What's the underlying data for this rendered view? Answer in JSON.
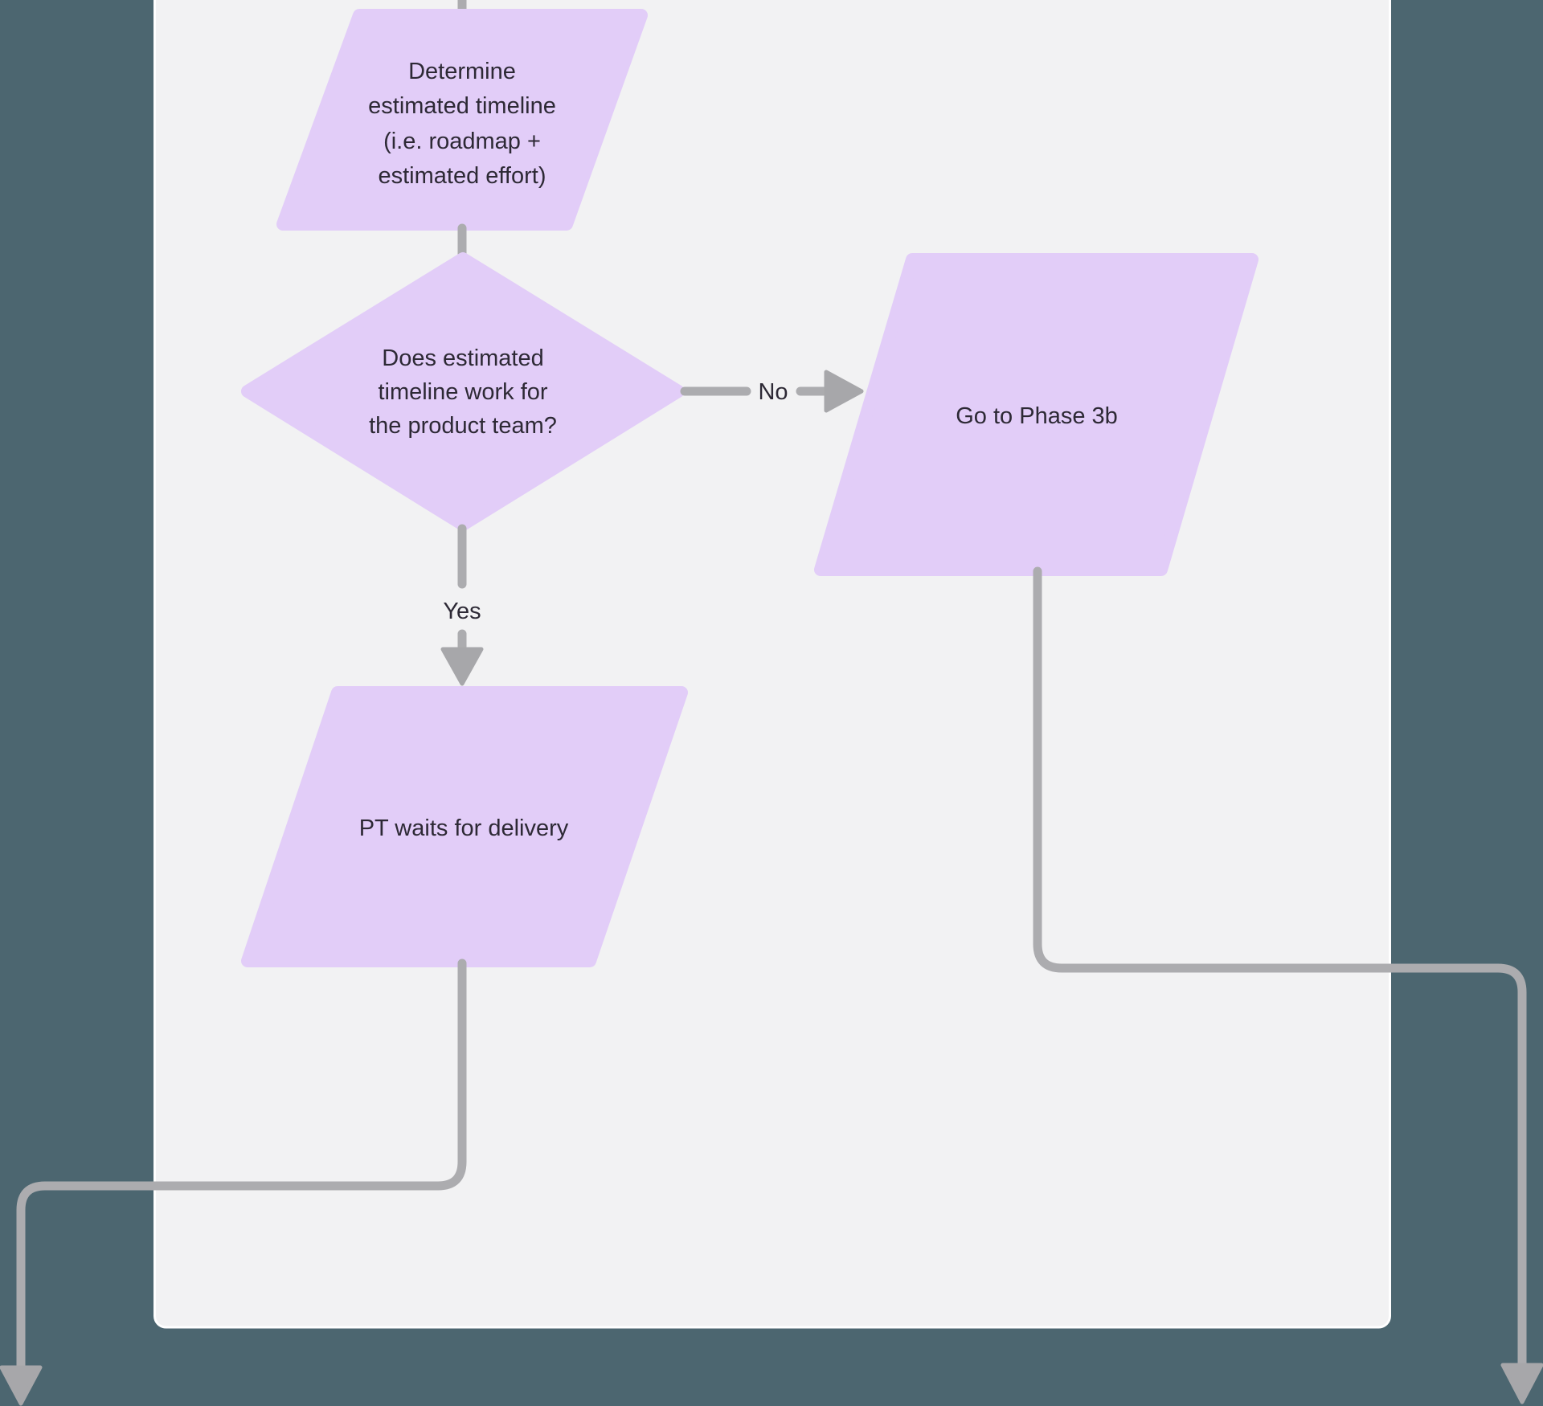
{
  "canvas": {
    "type": "flowchart-page"
  },
  "nodes": {
    "determine": {
      "lines": [
        "Determine",
        "estimated timeline",
        "(i.e. roadmap +",
        "estimated effort)"
      ]
    },
    "decision": {
      "lines": [
        "Does estimated",
        "timeline work for",
        "the product team?"
      ]
    },
    "phase3b": {
      "label": "Go to Phase 3b"
    },
    "pt_waits": {
      "label": "PT waits for delivery"
    }
  },
  "edges": {
    "no": {
      "label": "No"
    },
    "yes": {
      "label": "Yes"
    }
  },
  "colors": {
    "bg-slate": "#4c6670",
    "panel-fill": "#f2f2f3",
    "panel-edge": "#ffffff",
    "shape-fill": "#e2cdf8",
    "connector": "#acacaf",
    "arrowhead": "#a7a7aa",
    "text": "#2d2935"
  }
}
